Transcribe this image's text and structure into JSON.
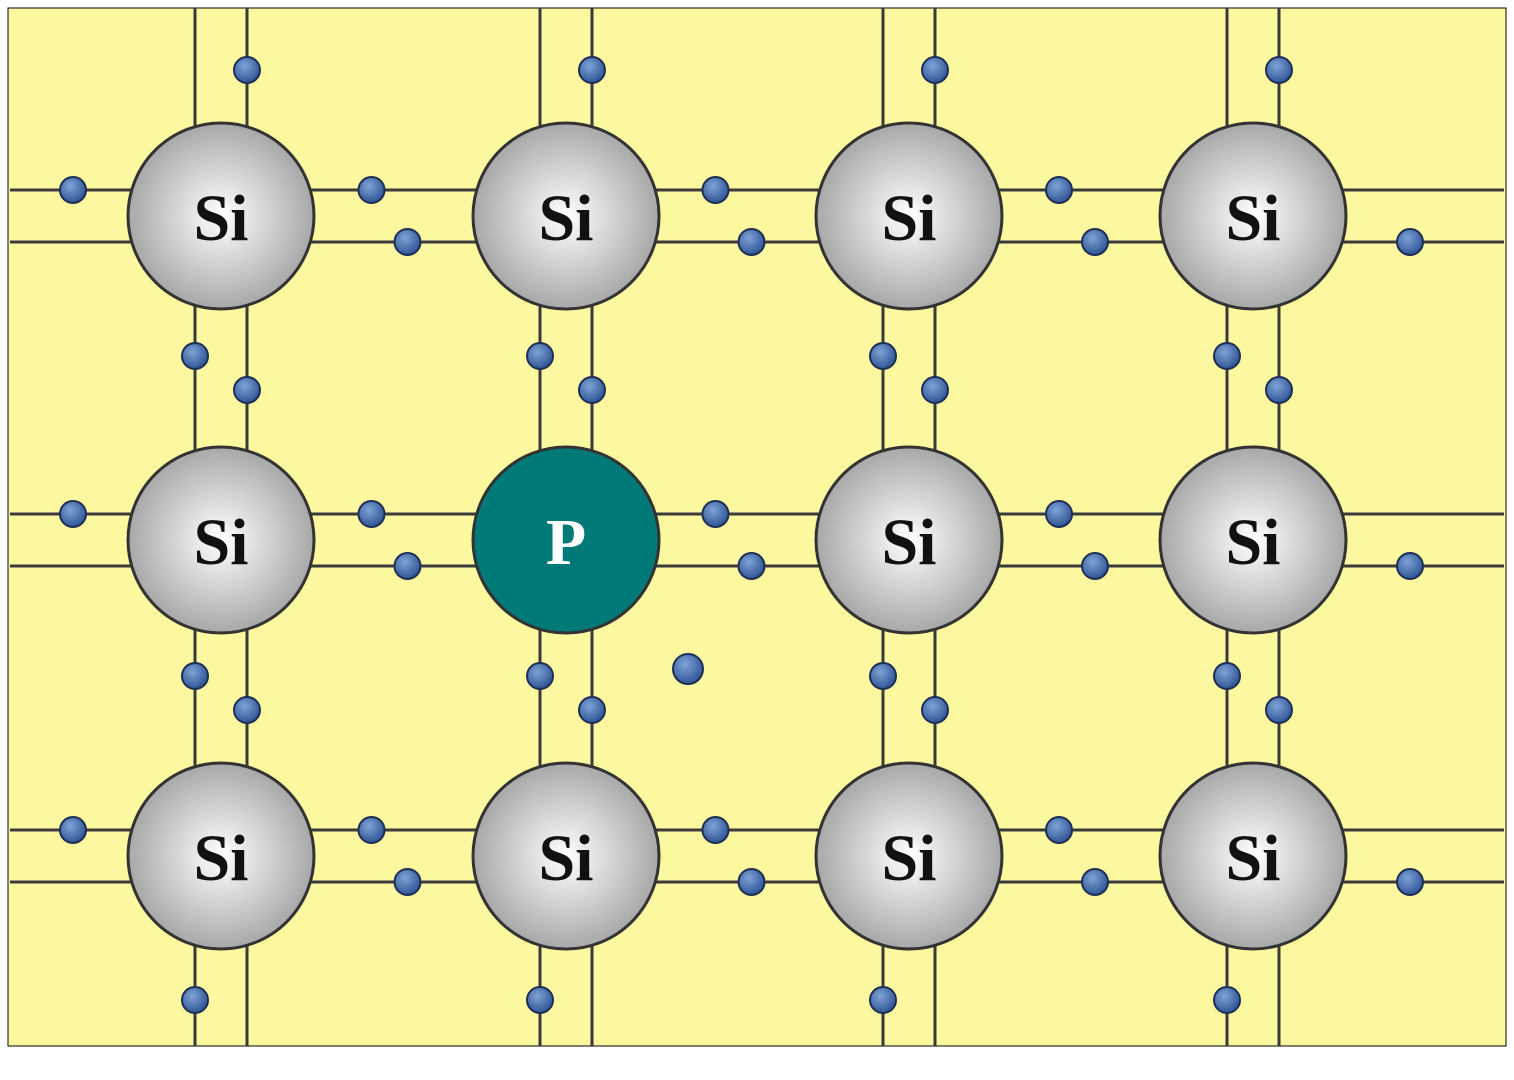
{
  "diagram": {
    "colors": {
      "background": "#fbf8a0",
      "bond": "#3a3a3a",
      "si_atom_center": "#ffffff",
      "si_atom_edge": "#a8a8a8",
      "si_atom_outline": "#333333",
      "si_label": "#111111",
      "dopant_atom": "#007a78",
      "dopant_outline": "#333333",
      "dopant_label": "#ffffff",
      "electron": "#2f5596",
      "electron_highlight": "#7fa3d6",
      "electron_outline": "#1f2e55",
      "frame_border": "#000000"
    },
    "lattice": {
      "rows": [
        [
          {
            "label": "Si"
          },
          {
            "label": "Si"
          },
          {
            "label": "Si"
          },
          {
            "label": "Si"
          }
        ],
        [
          {
            "label": "Si"
          },
          {
            "label": "P",
            "dopant": true
          },
          {
            "label": "Si"
          },
          {
            "label": "Si"
          }
        ],
        [
          {
            "label": "Si"
          },
          {
            "label": "Si"
          },
          {
            "label": "Si"
          },
          {
            "label": "Si"
          }
        ]
      ]
    },
    "free_electrons": 1
  }
}
